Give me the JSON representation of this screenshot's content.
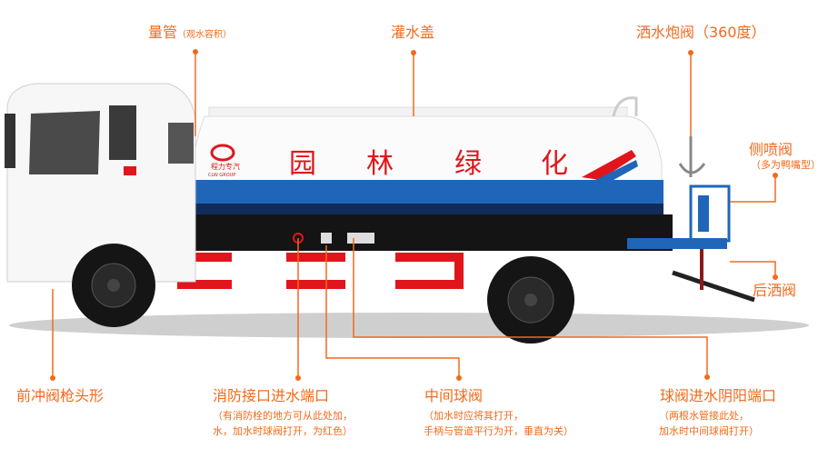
{
  "colors": {
    "accent": "#f26a1b",
    "tank_blue": "#1f66b8",
    "stripe_red": "#e0161c"
  },
  "truck": {
    "tank_text": [
      "园",
      "林",
      "绿",
      "化"
    ],
    "brand_cn": "程力专汽",
    "brand_en": "CLW GROUP"
  },
  "labels": {
    "gauge": {
      "title": "量管",
      "note": "（观水容积）"
    },
    "fill_cap": {
      "title": "灌水盖"
    },
    "cannon_valve": {
      "title": "洒水炮阀（360度）"
    },
    "side_spray": {
      "title": "侧喷阀",
      "note": "（多为鸭嘴型）"
    },
    "rear_spray": {
      "title": "后洒阀"
    },
    "front_flush": {
      "title": "前冲阀枪头形"
    },
    "fire_inlet": {
      "title": "消防接口进水端口",
      "note1": "（有消防栓的地方可从此处加，",
      "note2": "水，加水时球阀打开，为红色）"
    },
    "middle_ball": {
      "title": "中间球阀",
      "note1": "（加水时应将其打开，",
      "note2": "手柄与管道平行为开，垂直为关）"
    },
    "ball_inlet": {
      "title": "球阀进水阴阳端口",
      "note1": "（两根水管接此处，",
      "note2": "加水时中间球阀打开）"
    }
  }
}
